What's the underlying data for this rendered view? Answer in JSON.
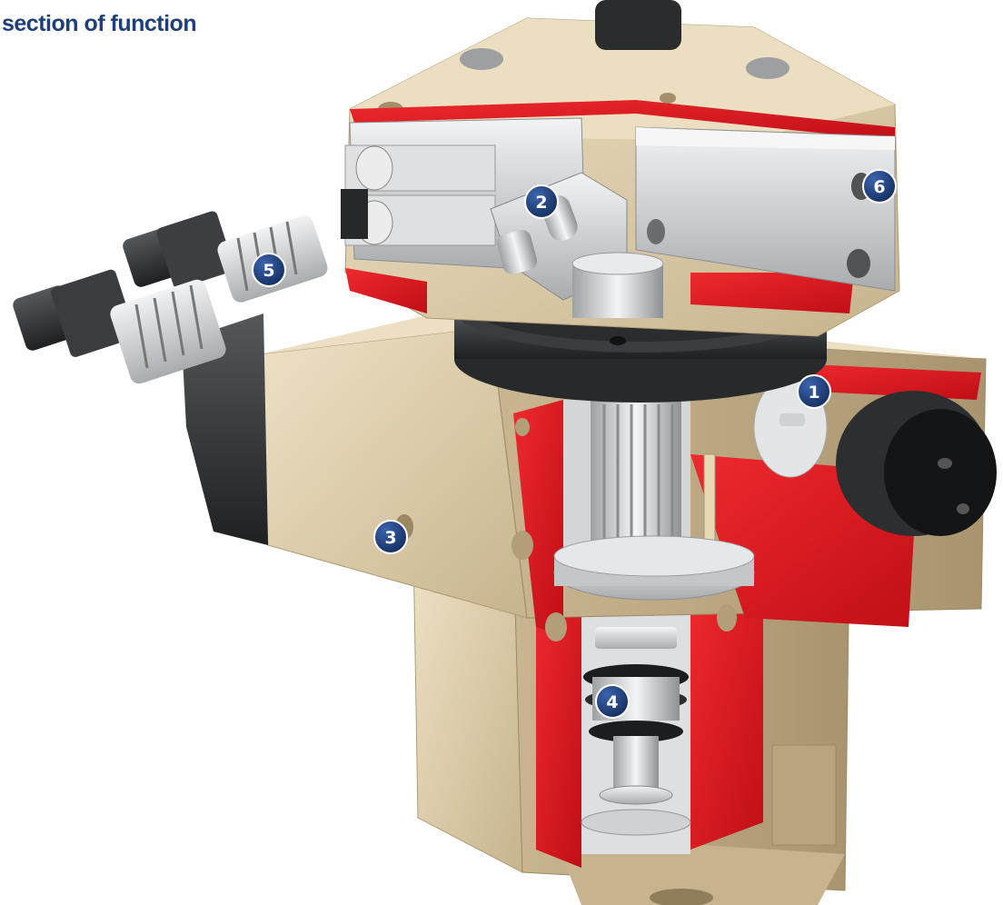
{
  "title": "section of function",
  "colors": {
    "title": "#1f3f7a",
    "housing": "#d9c9a8",
    "cut_section": "#d8141c",
    "steel": "#c8cacc",
    "dark_steel": "#2f3133",
    "callout_fill": "#1c3d78"
  },
  "callouts": [
    "1",
    "2",
    "3",
    "4",
    "5",
    "6"
  ]
}
